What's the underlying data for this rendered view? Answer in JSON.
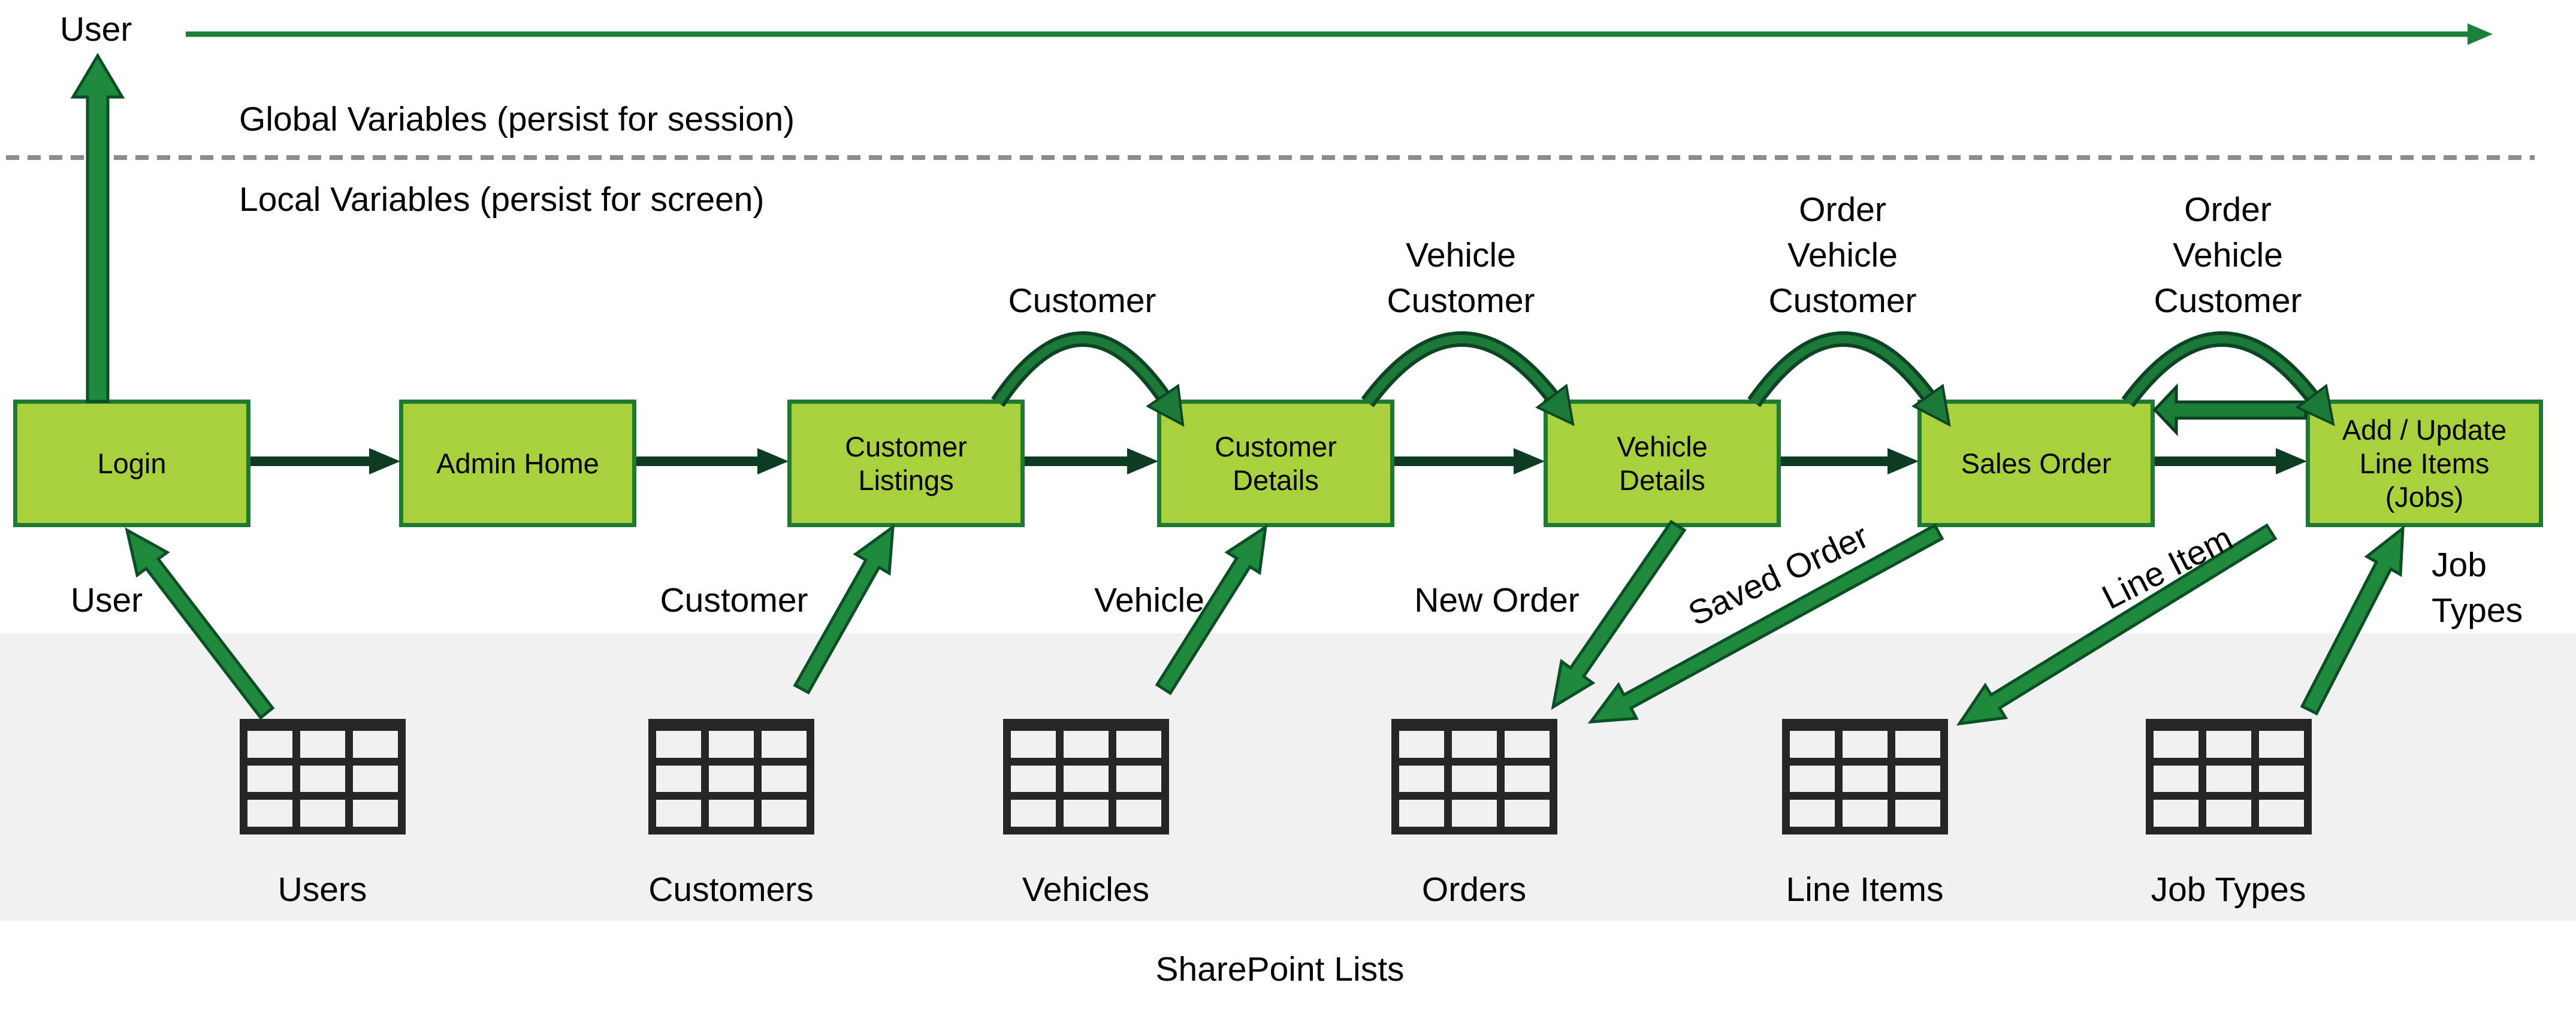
{
  "diagram_title": "SharePoint Lists",
  "top": {
    "user_label": "User",
    "global_scope_label": "Global Variables (persist for session)",
    "local_scope_label": "Local Variables (persist for screen)"
  },
  "screens": [
    "Login",
    "Admin Home",
    "Customer\nListings",
    "Customer\nDetails",
    "Vehicle\nDetails",
    "Sales Order",
    "Add / Update\nLine Items\n(Jobs)"
  ],
  "arc_labels": [
    "Customer",
    "Vehicle\nCustomer",
    "Order\nVehicle\nCustomer",
    "Order\nVehicle\nCustomer"
  ],
  "flow_labels": {
    "user": "User",
    "customer": "Customer",
    "vehicle": "Vehicle",
    "new_order": "New Order",
    "saved_order": "Saved Order",
    "line_item": "Line Item",
    "job_types": "Job\nTypes"
  },
  "lists": [
    "Users",
    "Customers",
    "Vehicles",
    "Orders",
    "Line Items",
    "Job Types"
  ],
  "footer": {
    "sharepoint_label": "SharePoint Lists"
  },
  "colors": {
    "screen_fill": "#a8d13c",
    "screen_border": "#1e7a33",
    "arrow_dark": "#0d3b24",
    "arrow_medium": "#1c7a38",
    "arrow_bright": "#1f8a3d",
    "arrow_outline": "#0b4f24",
    "band_background": "#f1f1f1",
    "dashed_divider": "#8c8c8c",
    "table_icon": "#262626"
  }
}
